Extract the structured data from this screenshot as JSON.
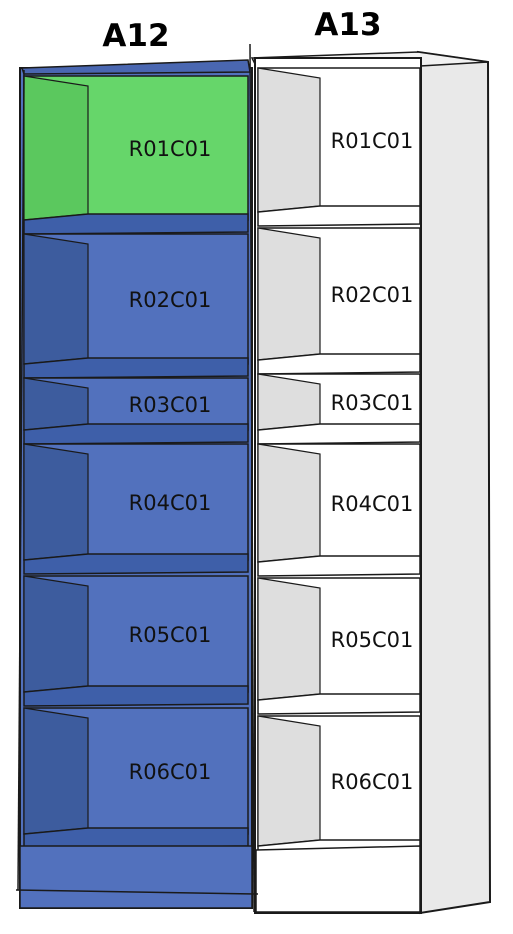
{
  "colors": {
    "selected_unit_face": "#5271bd",
    "selected_unit_side": "#3d5c9e",
    "selected_unit_shelf": "#3e5fa9",
    "highlighted_cell": "#66d66a",
    "highlighted_cell_side": "#5bc85e",
    "unselected_face": "#ffffff",
    "unselected_side": "#dedede",
    "unselected_panel": "#e9e9e9",
    "outline": "#1a1a1a"
  },
  "units": [
    {
      "label": "A12",
      "selected": true,
      "cells": [
        {
          "label": "R01C01",
          "highlighted": true
        },
        {
          "label": "R02C01",
          "highlighted": false
        },
        {
          "label": "R03C01",
          "highlighted": false
        },
        {
          "label": "R04C01",
          "highlighted": false
        },
        {
          "label": "R05C01",
          "highlighted": false
        },
        {
          "label": "R06C01",
          "highlighted": false
        }
      ]
    },
    {
      "label": "A13",
      "selected": false,
      "cells": [
        {
          "label": "R01C01",
          "highlighted": false
        },
        {
          "label": "R02C01",
          "highlighted": false
        },
        {
          "label": "R03C01",
          "highlighted": false
        },
        {
          "label": "R04C01",
          "highlighted": false
        },
        {
          "label": "R05C01",
          "highlighted": false
        },
        {
          "label": "R06C01",
          "highlighted": false
        }
      ]
    }
  ]
}
